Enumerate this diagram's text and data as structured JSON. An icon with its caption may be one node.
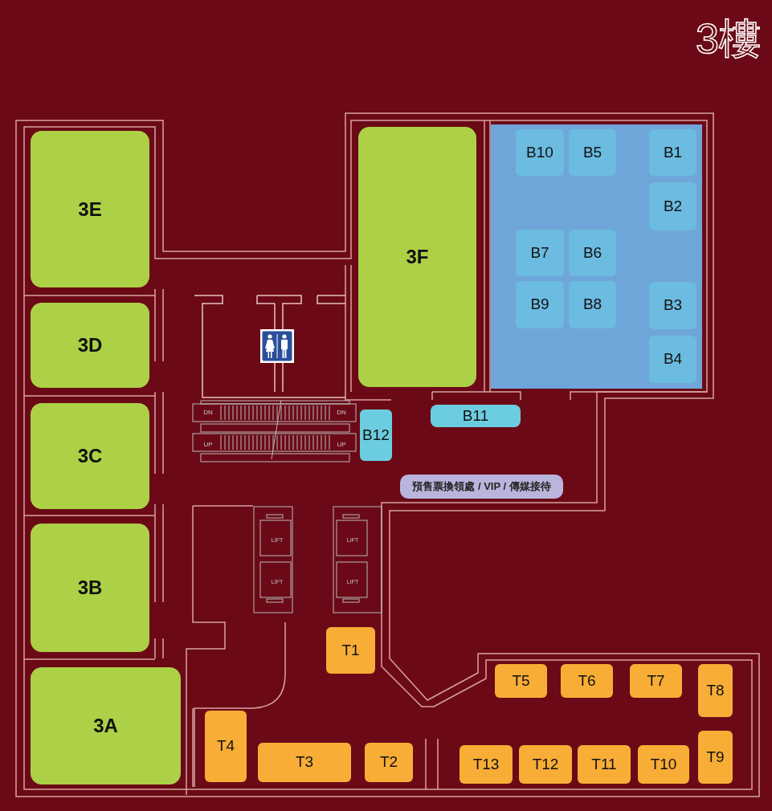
{
  "diagram": {
    "title": "3樓",
    "nodes": [
      {
        "text": [
          "3E"
        ]
      },
      {
        "text": [
          "3F"
        ]
      },
      {
        "text": [],
        "shape": "box"
      },
      {
        "text": [
          "B10"
        ],
        "in": 2
      },
      {
        "text": [
          "B5"
        ],
        "in": 2
      },
      {
        "text": [
          "B1"
        ],
        "in": 2
      },
      {
        "text": [
          "B2"
        ],
        "in": 2
      },
      {
        "text": [
          "B7"
        ],
        "in": 2
      },
      {
        "text": [
          "B6"
        ],
        "in": 2
      },
      {
        "text": [
          "B9"
        ],
        "in": 2
      },
      {
        "text": [
          "B8"
        ],
        "in": 2
      },
      {
        "text": [
          "B3"
        ],
        "in": 2
      },
      {
        "text": [
          "B4"
        ],
        "in": 2
      },
      {
        "text": [
          "3D"
        ]
      },
      {
        "text": [
          "B11"
        ]
      },
      {
        "text": [
          "B12"
        ]
      },
      {
        "text": [
          "3C"
        ]
      },
      {
        "text": [
          "預售票換領處 / VIP / 傳媒接待"
        ]
      },
      {
        "text": [
          "3B"
        ]
      },
      {
        "text": [
          "T1"
        ]
      },
      {
        "text": [
          "T5"
        ]
      },
      {
        "text": [
          "T6"
        ]
      },
      {
        "text": [
          "T7"
        ]
      },
      {
        "text": [
          "T8"
        ]
      },
      {
        "text": [
          "3A"
        ]
      },
      {
        "text": [
          "T4"
        ]
      },
      {
        "text": [
          "T3"
        ]
      },
      {
        "text": [
          "T2"
        ]
      },
      {
        "text": [
          "T13"
        ]
      },
      {
        "text": [
          "T12"
        ]
      },
      {
        "text": [
          "T11"
        ]
      },
      {
        "text": [
          "T10"
        ]
      },
      {
        "text": [
          "T9"
        ]
      }
    ],
    "labels": [
      "DN",
      "DN",
      "UP",
      "UP",
      "LIFT",
      "LIFT",
      "LIFT",
      "LIFT"
    ]
  }
}
